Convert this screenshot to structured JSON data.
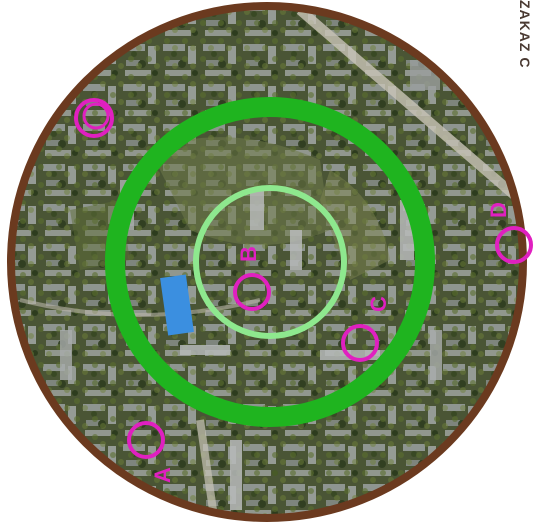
{
  "side_text": "ZAKAZ C",
  "colors": {
    "outer_ring": "#6b3a1f",
    "inner_zone_ring": "#1fb41f",
    "core_zone_ring": "#8ee88e",
    "marker": "#e020c0",
    "sports_field": "#3b8fe0",
    "ground": "#3d4a2e"
  },
  "markers": [
    {
      "id": "A",
      "label": "A",
      "icon": "circle-marker"
    },
    {
      "id": "B",
      "label": "B",
      "icon": "circle-marker"
    },
    {
      "id": "C",
      "label": "C",
      "icon": "circle-marker"
    },
    {
      "id": "D",
      "label": "D",
      "icon": "circle-marker"
    },
    {
      "id": "extra",
      "label": "",
      "icon": "double-circle-marker"
    }
  ],
  "zones": [
    {
      "name": "outer-boundary",
      "icon": "brown-ring"
    },
    {
      "name": "middle-zone",
      "icon": "green-ring"
    },
    {
      "name": "core-zone",
      "icon": "light-green-ring"
    }
  ]
}
